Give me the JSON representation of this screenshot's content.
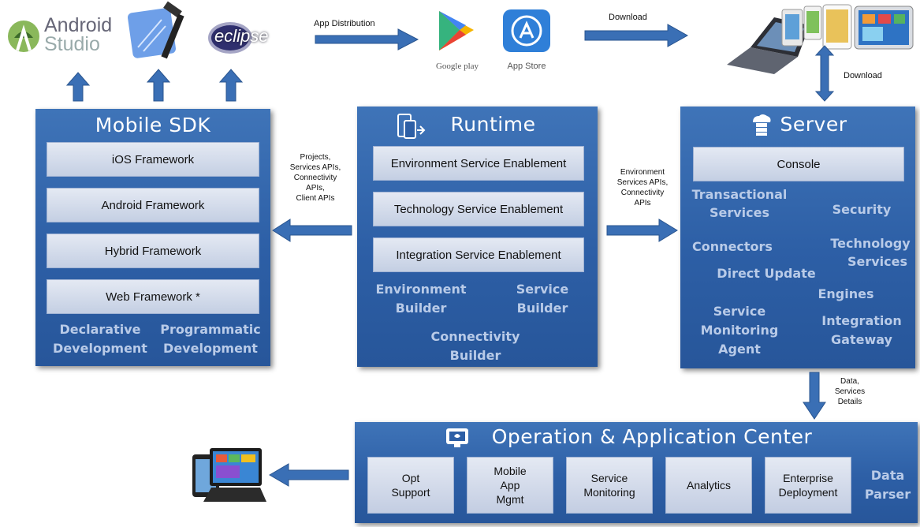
{
  "top": {
    "android_studio_l1": "Android",
    "android_studio_l2": "Studio",
    "eclipse": "eclipse",
    "app_distribution": "App Distribution",
    "google_play": "Google play",
    "app_store": "App Store",
    "download_top": "Download",
    "download_right": "Download"
  },
  "sdk": {
    "title": "Mobile SDK",
    "frameworks": [
      "iOS Framework",
      "Android Framework",
      "Hybrid Framework",
      "Web Framework *"
    ],
    "declarative": [
      "Declarative",
      "Development"
    ],
    "programmatic": [
      "Programmatic",
      "Development"
    ]
  },
  "runtime": {
    "title": "Runtime",
    "enablements": [
      "Environment Service Enablement",
      "Technology Service Enablement",
      "Integration Service Enablement"
    ],
    "env_builder": [
      "Environment",
      "Builder"
    ],
    "service_builder": [
      "Service",
      "Builder"
    ],
    "connectivity_builder": [
      "Connectivity",
      "Builder"
    ]
  },
  "left_arrow_note": [
    "Projects,",
    "Services APIs,",
    "Connectivity",
    "APIs,",
    "Client APIs"
  ],
  "right_arrow_note": [
    "Environment",
    "Services APIs,",
    "Connectivity",
    "APIs"
  ],
  "server": {
    "title": "Server",
    "console": "Console",
    "transactional": [
      "Transactional",
      "Services"
    ],
    "security": "Security",
    "connectors": "Connectors",
    "technology": [
      "Technology",
      "Services"
    ],
    "direct_update": "Direct Update",
    "engines": "Engines",
    "monitoring": [
      "Service",
      "Monitoring",
      "Agent"
    ],
    "integration": [
      "Integration",
      "Gateway"
    ]
  },
  "down_note": [
    "Data,",
    "Services",
    "Details"
  ],
  "ops": {
    "title": "Operation & Application Center",
    "boxes": [
      [
        "Opt",
        "Support"
      ],
      [
        "Mobile",
        "App",
        "Mgmt"
      ],
      [
        "Service",
        "Monitoring"
      ],
      [
        "Analytics"
      ],
      [
        "Enterprise",
        "Deployment"
      ]
    ],
    "data_parser": [
      "Data",
      "Parser"
    ]
  },
  "colors": {
    "panel": "#2d5fa6",
    "arrow": "#3a6fb5",
    "box": "#d3dbeb",
    "muted_text": "#b9cbe8"
  }
}
